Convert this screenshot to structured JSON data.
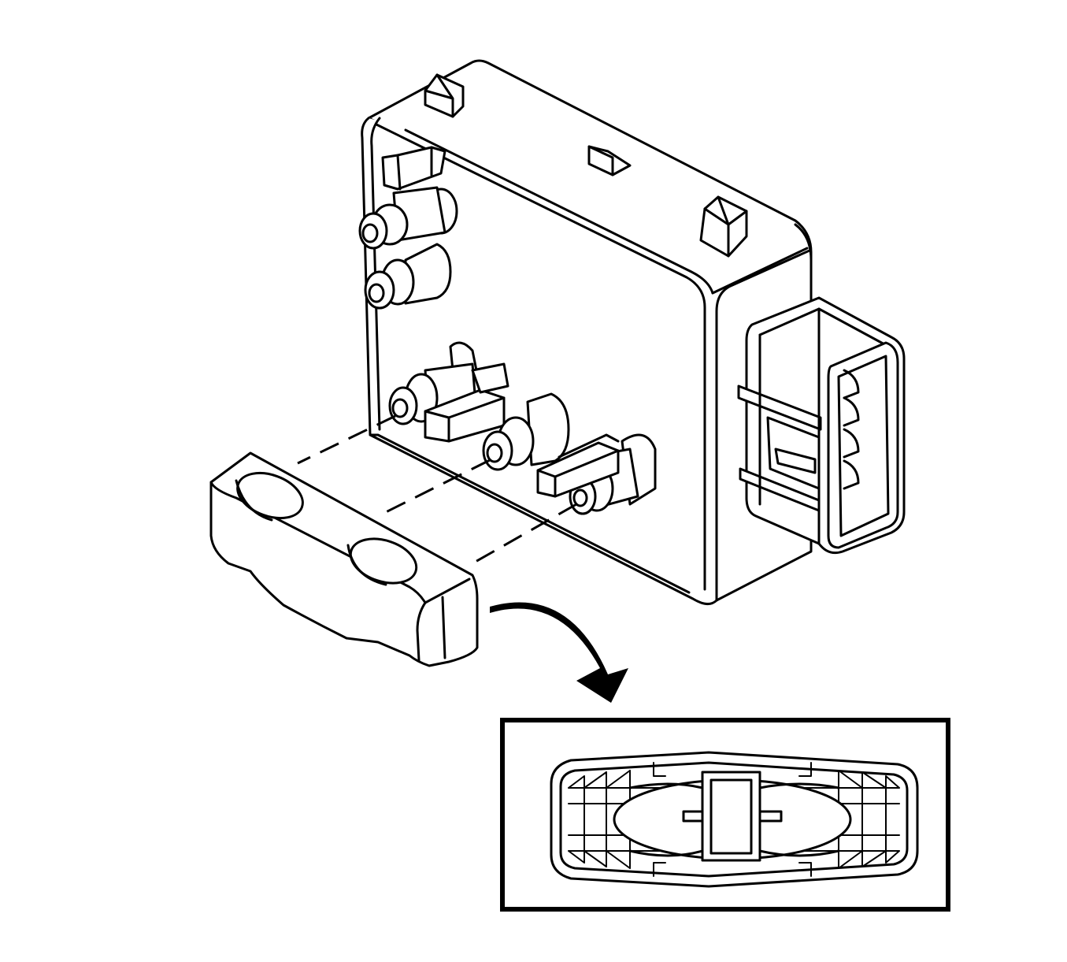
{
  "diagram": {
    "colors": {
      "stroke": "#000000",
      "background": "#ffffff"
    },
    "components": [
      "control-module",
      "wiring-harness-connector",
      "vacuum-port-cap",
      "detail-inset"
    ]
  }
}
